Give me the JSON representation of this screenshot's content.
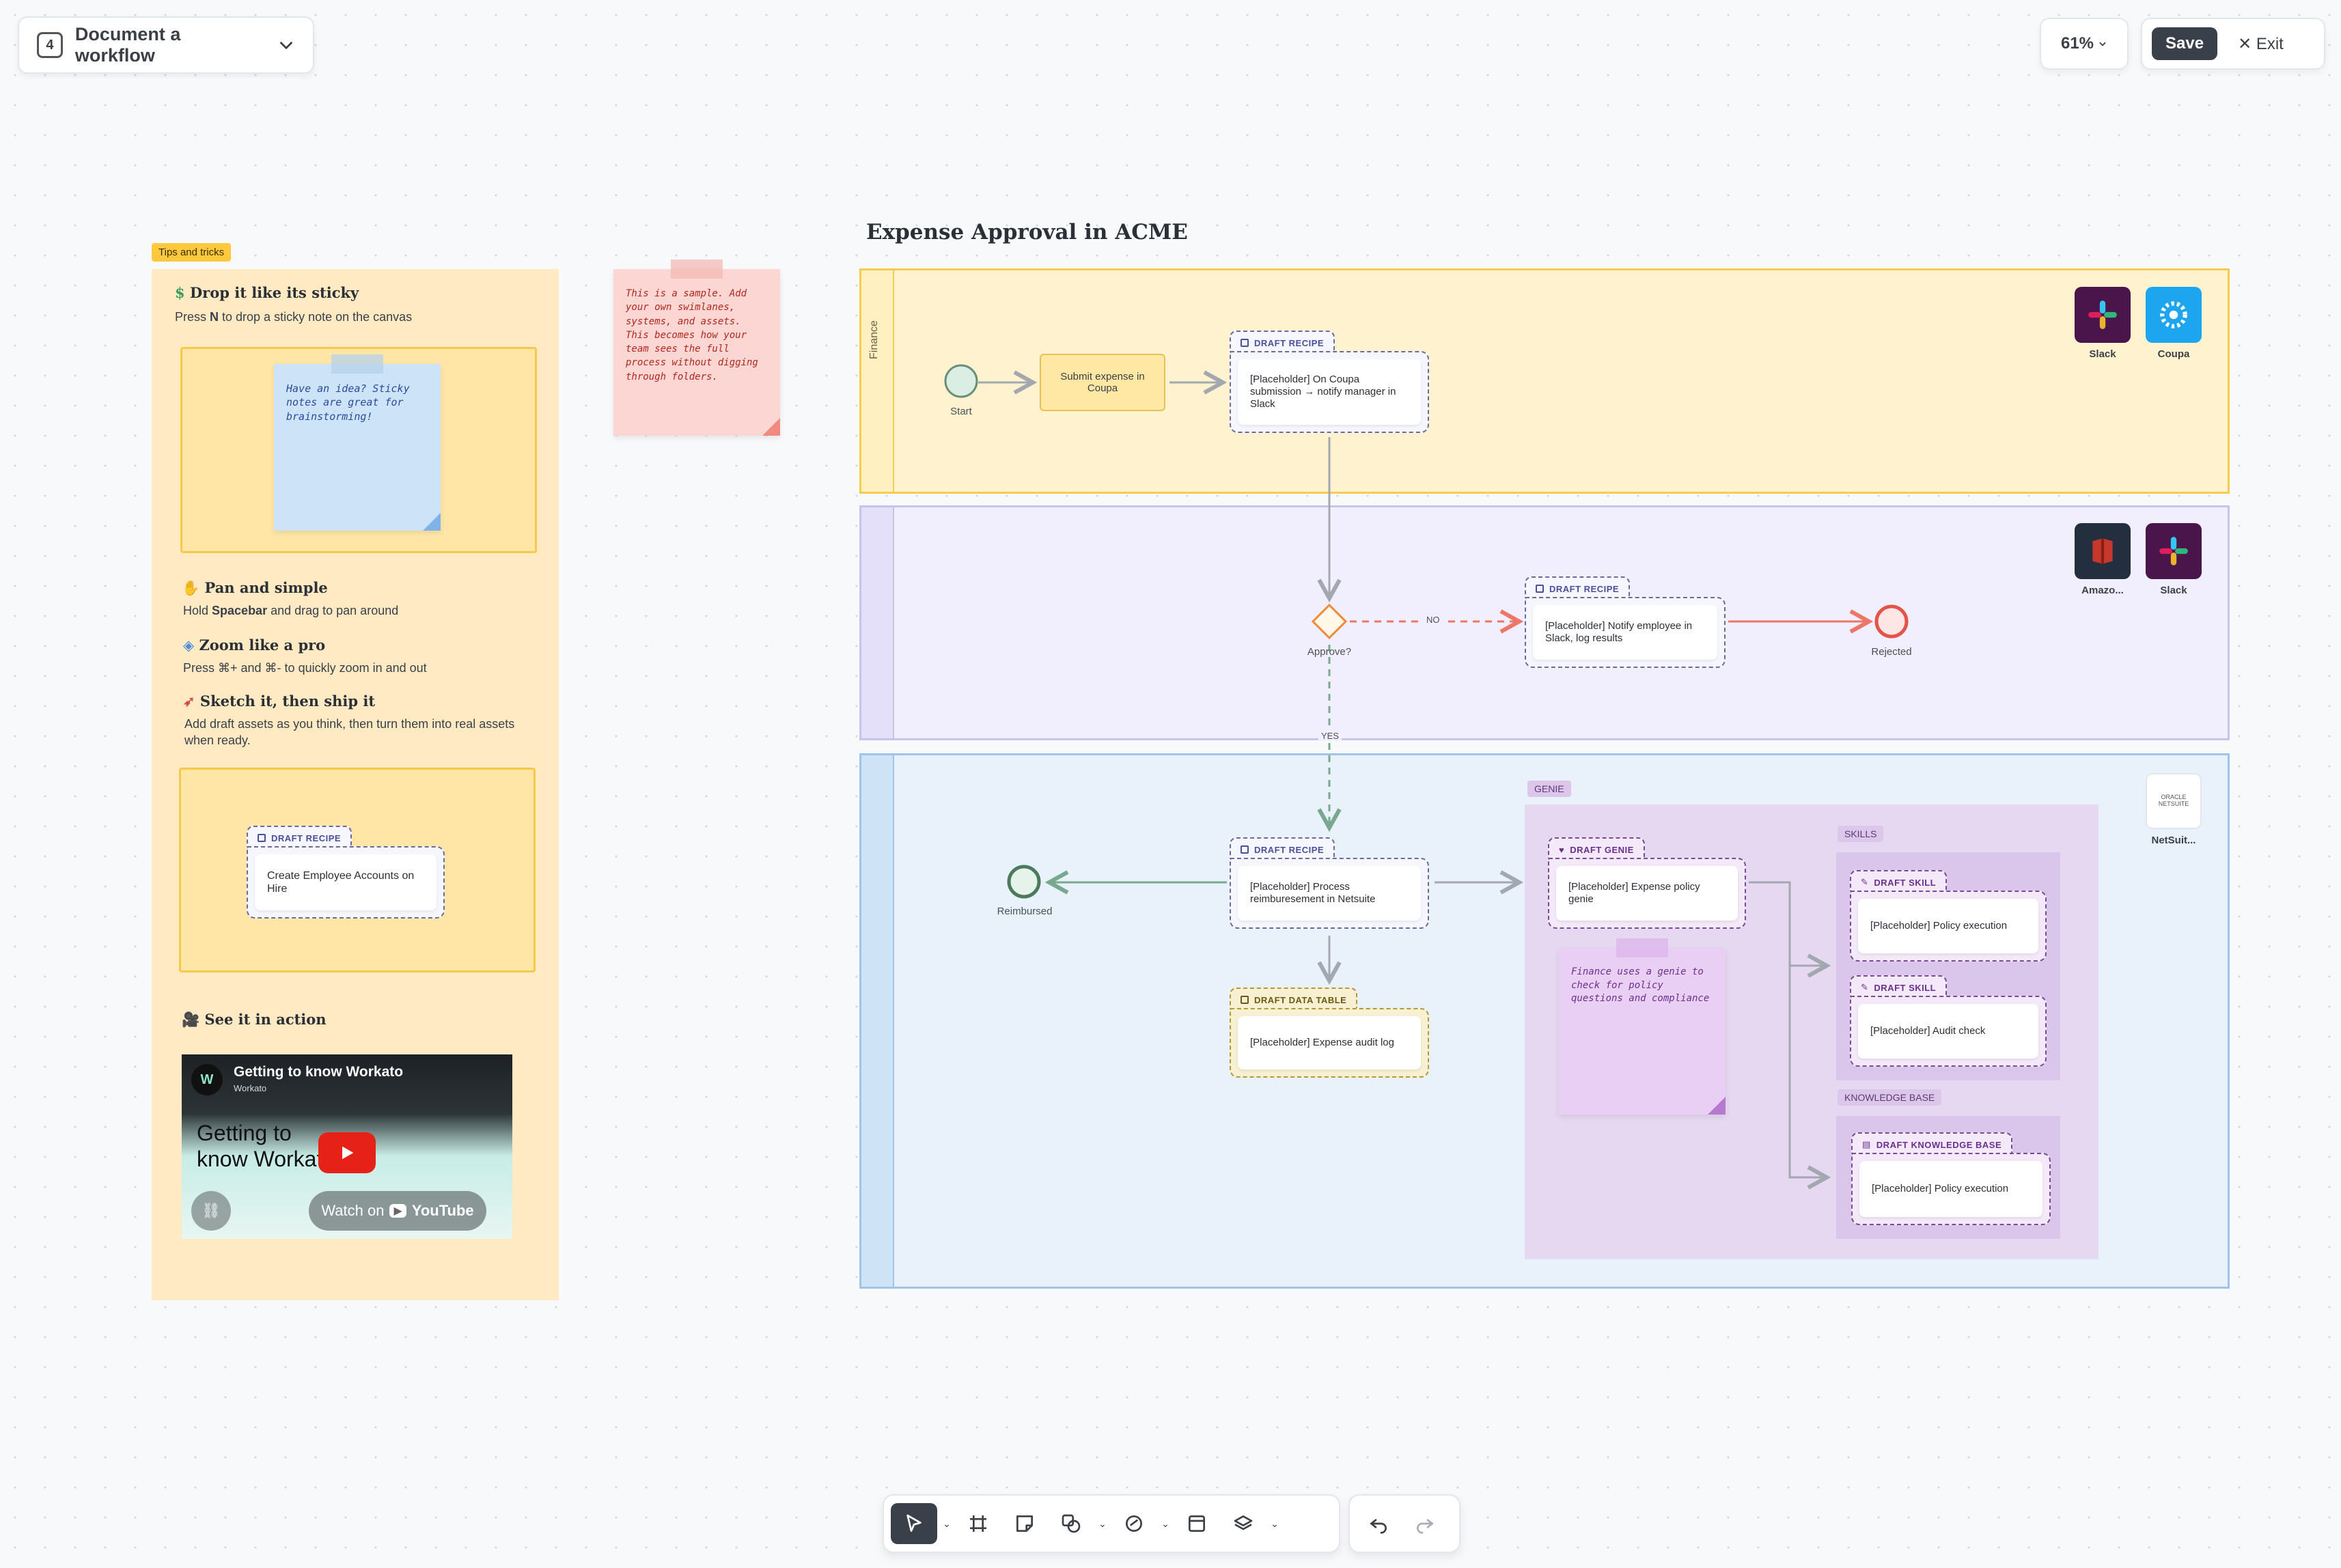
{
  "header": {
    "workflow_number": "4",
    "workflow_title": "Document a workflow",
    "zoom": "61%",
    "save_label": "Save",
    "exit_label": "Exit"
  },
  "tips": {
    "tag": "Tips and tricks",
    "sticky": {
      "title": "Drop it like its sticky",
      "prefix": "Press ",
      "key": "N",
      "suffix": " to drop a sticky note on the canvas",
      "note": "Have an idea? Sticky notes are great for brainstorming!"
    },
    "pan": {
      "title": "Pan and simple",
      "prefix": "Hold ",
      "key": "Spacebar",
      "suffix": " and drag to pan around"
    },
    "zoom": {
      "title": "Zoom like a pro",
      "text": "Press ⌘+ and ⌘- to quickly zoom in and out"
    },
    "sketch": {
      "title": "Sketch it, then ship it",
      "text": "Add draft assets as you think, then turn them into real assets when ready.",
      "card_tag": "DRAFT RECIPE",
      "card_text": "Create Employee Accounts on Hire"
    },
    "video": {
      "title": "See it in action",
      "yt_title": "Getting to know Workato",
      "yt_channel": "Workato",
      "yt_big": "Getting to know Workato",
      "watch_on": "Watch on",
      "youtube": "YouTube"
    }
  },
  "sample_note": "This is a sample. Add your own swimlanes, systems, and assets. This becomes how your team sees the full process without digging through folders.",
  "diagram": {
    "title": "Expense Approval in ACME",
    "lane1_label": "Finance",
    "start_label": "Start",
    "submit_task": "Submit expense in Coupa",
    "recipe1_tag": "DRAFT RECIPE",
    "recipe1_text": "[Placeholder] On Coupa submission → notify manager in Slack",
    "apps_lane1": [
      "Slack",
      "Coupa"
    ],
    "apps_lane2": [
      "Amazo...",
      "Slack"
    ],
    "apps_lane3": [
      "NetSuit..."
    ],
    "gateway_label": "Approve?",
    "no_label": "NO",
    "yes_label": "YES",
    "recipe2_tag": "DRAFT RECIPE",
    "recipe2_text": "[Placeholder] Notify employee in Slack, log results",
    "rejected_label": "Rejected",
    "reimbursed_label": "Reimbursed",
    "recipe3_tag": "DRAFT RECIPE",
    "recipe3_text": "[Placeholder] Process reimburesement in Netsuite",
    "table_tag": "DRAFT DATA TABLE",
    "table_text": "[Placeholder] Expense audit log",
    "genie_section": "GENIE",
    "genie_tag": "DRAFT GENIE",
    "genie_text": "[Placeholder] Expense policy genie",
    "genie_note": "Finance uses a genie to check for policy questions and compliance",
    "skills_section": "SKILLS",
    "skill1_tag": "DRAFT SKILL",
    "skill1_text": "[Placeholder] Policy execution",
    "skill2_tag": "DRAFT SKILL",
    "skill2_text": "[Placeholder] Audit check",
    "kb_section": "KNOWLEDGE BASE",
    "kb_tag": "DRAFT KNOWLEDGE BASE",
    "kb_text": "[Placeholder] Policy execution",
    "oracle_text": "ORACLE NETSUITE"
  },
  "colors": {
    "finance": "#fff3cf",
    "finance_border": "#f5cc4e",
    "approval": "#f1effd",
    "approval_border": "#c9c3ea",
    "ops": "#e9f2fb",
    "ops_border": "#9fc3ea",
    "genie": "#e7dbf1",
    "accent_dark": "#3a4049"
  },
  "toolbar": [
    "pointer-icon",
    "frame-icon",
    "sticky-icon",
    "shapes-icon",
    "draw-icon",
    "panel-icon",
    "layers-icon",
    "undo-icon",
    "redo-icon"
  ]
}
